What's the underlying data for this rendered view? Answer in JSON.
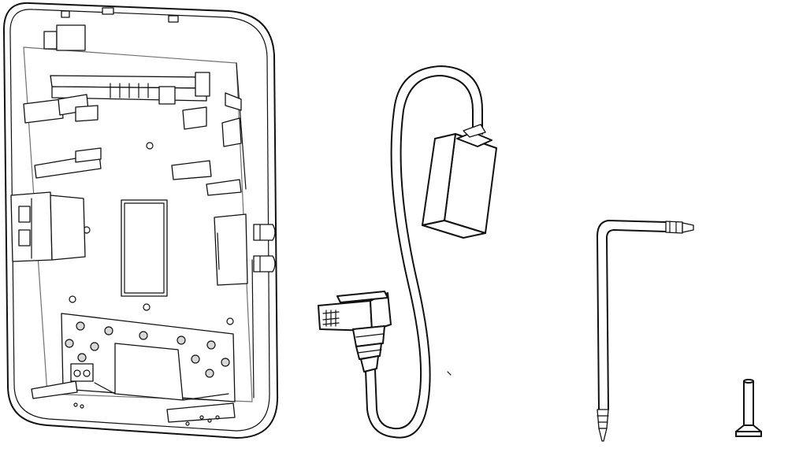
{
  "figure": {
    "components": [
      {
        "id": "back-plate",
        "icon": "mounting-back-plate"
      },
      {
        "id": "cable",
        "icon": "network-cable-icon"
      },
      {
        "id": "hex-key",
        "icon": "torx-key-icon"
      },
      {
        "id": "screw",
        "icon": "screw-icon"
      }
    ]
  }
}
